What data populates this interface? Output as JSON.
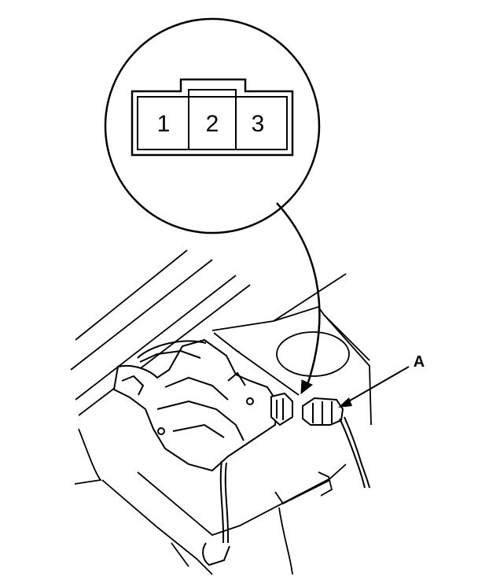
{
  "connector_detail": {
    "pins": [
      "1",
      "2",
      "3"
    ]
  },
  "callouts": {
    "connector_label": "A"
  },
  "colors": {
    "line": "#000000",
    "background": "#ffffff"
  }
}
